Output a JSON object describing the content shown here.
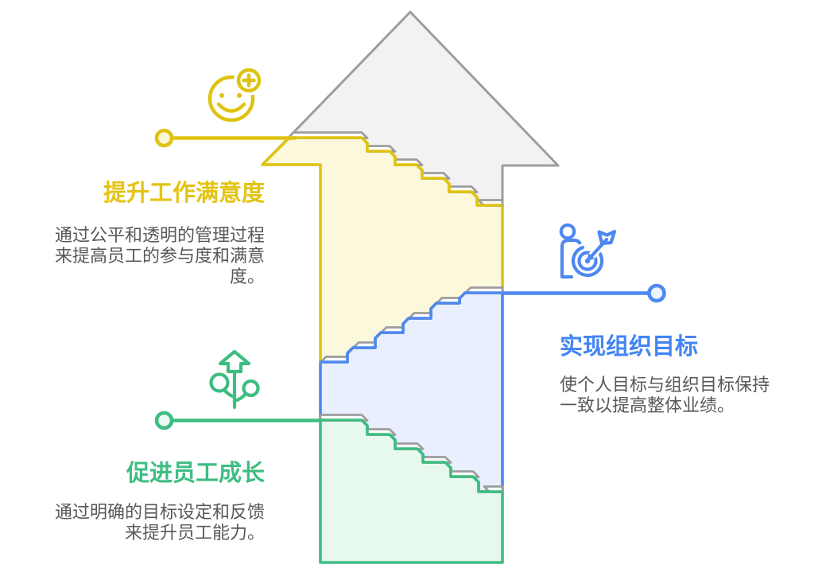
{
  "diagram": {
    "type": "stair-arrow-infographic",
    "background": "#ffffff"
  },
  "sections": {
    "satisfaction": {
      "title": "提升工作满意度",
      "description": "通过公平和透明的管理过程\n来提高员工的参与度和满意\n度。",
      "icon": "smiley-plus-icon"
    },
    "org_goals": {
      "title": "实现组织目标",
      "description": "使个人目标与组织目标保持\n一致以提高整体业绩。",
      "icon": "person-target-icon"
    },
    "growth": {
      "title": "促进员工成长",
      "description": "通过明确的目标设定和反馈\n来提升员工能力。",
      "icon": "growth-plant-icon"
    }
  },
  "colors": {
    "yellow_stroke": "#dfc30f",
    "yellow_fill": "#fcf8dc",
    "yellow_tint": "#fdf6d7",
    "yellow_title": "#e3c414",
    "blue_stroke": "#4e88f1",
    "blue_fill": "#e9effc",
    "blue_tint": "#eef4fd",
    "blue_title": "#4285f4",
    "green_stroke": "#3ebd82",
    "green_fill": "#e7f8ef",
    "green_tint": "#ebf9f2",
    "green_title": "#3ebd82",
    "gray_stroke": "#9d9d9d",
    "gray_fill": "#f2f2f3",
    "tread_fill": "#fcfcfc",
    "text_color": "#57585a",
    "background": "#ffffff"
  }
}
